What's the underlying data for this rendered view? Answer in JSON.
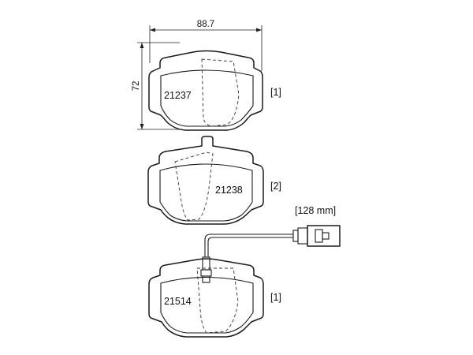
{
  "dimensions": {
    "width": "88.7",
    "height": "72"
  },
  "pads": [
    {
      "part_number": "21237",
      "quantity": "[1]"
    },
    {
      "part_number": "21238",
      "quantity": "[2]"
    },
    {
      "part_number": "21514",
      "quantity": "[1]"
    }
  ],
  "sensor": {
    "length": "[128 mm]"
  }
}
